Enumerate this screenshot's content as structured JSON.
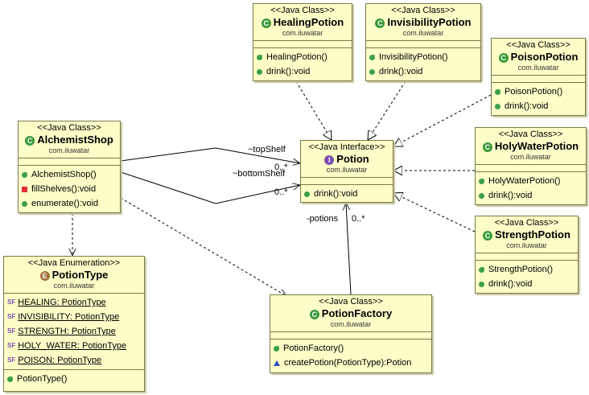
{
  "classes": {
    "healing": {
      "stereotype": "<<Java Class>>",
      "name": "HealingPotion",
      "package": "com.iluwatar",
      "methods": [
        "HealingPotion()",
        "drink():void"
      ]
    },
    "invisibility": {
      "stereotype": "<<Java Class>>",
      "name": "InvisibilityPotion",
      "package": "com.iluwatar",
      "methods": [
        "InvisibilityPotion()",
        "drink():void"
      ]
    },
    "poison": {
      "stereotype": "<<Java Class>>",
      "name": "PoisonPotion",
      "package": "com.iluwatar",
      "methods": [
        "PoisonPotion()",
        "drink():void"
      ]
    },
    "holywater": {
      "stereotype": "<<Java Class>>",
      "name": "HolyWaterPotion",
      "package": "com.iluwatar",
      "methods": [
        "HolyWaterPotion()",
        "drink():void"
      ]
    },
    "strength": {
      "stereotype": "<<Java Class>>",
      "name": "StrengthPotion",
      "package": "com.iluwatar",
      "methods": [
        "StrengthPotion()",
        "drink():void"
      ]
    },
    "potion": {
      "stereotype": "<<Java Interface>>",
      "name": "Potion",
      "package": "com.iluwatar",
      "methods": [
        "drink():void"
      ]
    },
    "alchemist": {
      "stereotype": "<<Java Class>>",
      "name": "AlchemistShop",
      "package": "com.iluwatar",
      "methods": [
        "AlchemistShop()",
        "fillShelves():void",
        "enumerate():void"
      ]
    },
    "potiontype": {
      "stereotype": "<<Java Enumeration>>",
      "name": "PotionType",
      "package": "com.iluwatar",
      "fields": [
        "HEALING: PotionType",
        "INVISIBILITY: PotionType",
        "STRENGTH: PotionType",
        "HOLY_WATER: PotionType",
        "POISON: PotionType"
      ],
      "methods": [
        "PotionType()"
      ]
    },
    "factory": {
      "stereotype": "<<Java Class>>",
      "name": "PotionFactory",
      "package": "com.iluwatar",
      "methods": [
        "PotionFactory()",
        "createPotion(PotionType):Potion"
      ]
    }
  },
  "edges": {
    "top_shelf": {
      "role": "~topShelf",
      "mult": "0..*"
    },
    "bottom_shelf": {
      "role": "~bottomShelf",
      "mult": "0..*"
    },
    "potions": {
      "role": "-potions",
      "mult": "0..*"
    }
  },
  "icons": {
    "class": "C",
    "interface": "I",
    "enum": "E",
    "static_final": "SF"
  },
  "colors": {
    "box_fill": "#fdfdc8",
    "box_border": "#7a7a4a"
  }
}
